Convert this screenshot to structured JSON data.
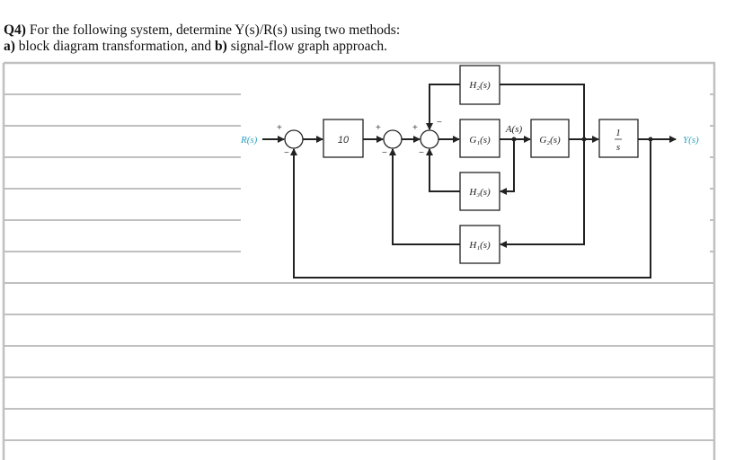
{
  "question": {
    "number": "Q4)",
    "line1": "For the following system, determine  Y(s)/R(s) using two methods:",
    "part_a_label": "a)",
    "part_a_text": "block diagram transformation, and",
    "part_b_label": "b)",
    "part_b_text": "signal-flow graph approach."
  },
  "diagram": {
    "input": "R(s)",
    "output": "Y(s)",
    "blocks": {
      "gain": "10",
      "g1": "G₁(s)",
      "g2": "G₂(s)",
      "h1": "H₁(s)",
      "h2": "H₂(s)",
      "h3": "H₃(s)",
      "integrator_num": "1",
      "integrator_den": "s"
    },
    "node_label": "A(s)",
    "signs": {
      "plus": "+",
      "minus": "−"
    },
    "io_color": "#2a9fc0"
  }
}
